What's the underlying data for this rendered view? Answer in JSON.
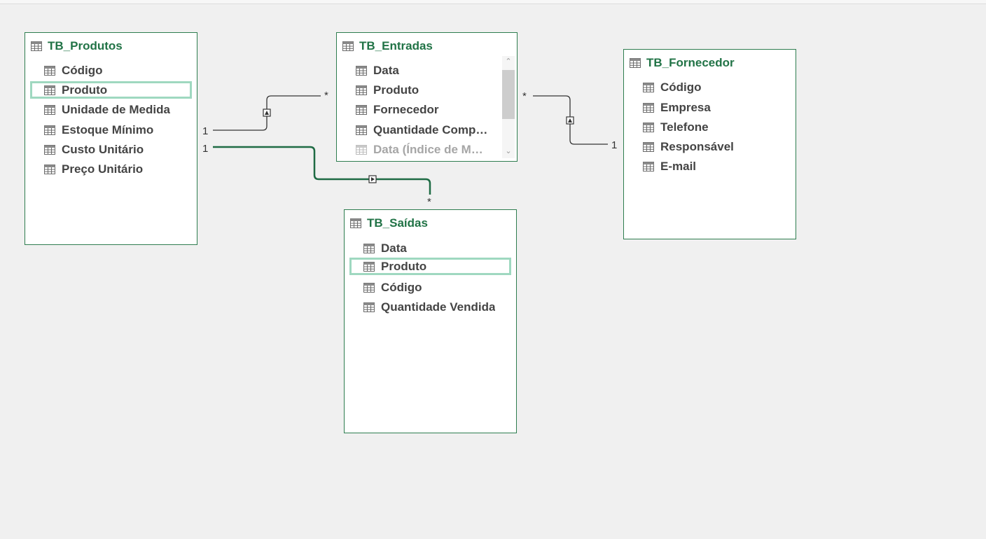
{
  "tables": {
    "produtos": {
      "name": "TB_Produtos",
      "fields": [
        "Código",
        "Produto",
        "Unidade de Medida",
        "Estoque Mínimo",
        "Custo Unitário",
        "Preço Unitário"
      ]
    },
    "entradas": {
      "name": "TB_Entradas",
      "fields": [
        "Data",
        "Produto",
        "Fornecedor",
        "Quantidade Comp…",
        "Data (Índice de M…"
      ]
    },
    "fornecedor": {
      "name": "TB_Fornecedor",
      "fields": [
        "Código",
        "Empresa",
        "Telefone",
        "Responsável",
        "E-mail"
      ]
    },
    "saidas": {
      "name": "TB_Saídas",
      "fields": [
        "Data",
        "Produto",
        "Código",
        "Quantidade Vendida"
      ]
    }
  },
  "relationships": {
    "produtos_entradas": {
      "one": "1",
      "many": "*"
    },
    "produtos_saidas": {
      "one": "1",
      "many": "*"
    },
    "fornecedor_entradas": {
      "one": "1",
      "many": "*"
    }
  },
  "colors": {
    "accent": "#217346",
    "border": "#2e7d4f",
    "selection": "#9fd8c0",
    "active_line": "#1e6b44",
    "line": "#333333"
  },
  "icons": {
    "field": "table-icon",
    "table": "table-icon",
    "scroll_up": "chevron-up-icon",
    "scroll_down": "chevron-down-icon"
  }
}
